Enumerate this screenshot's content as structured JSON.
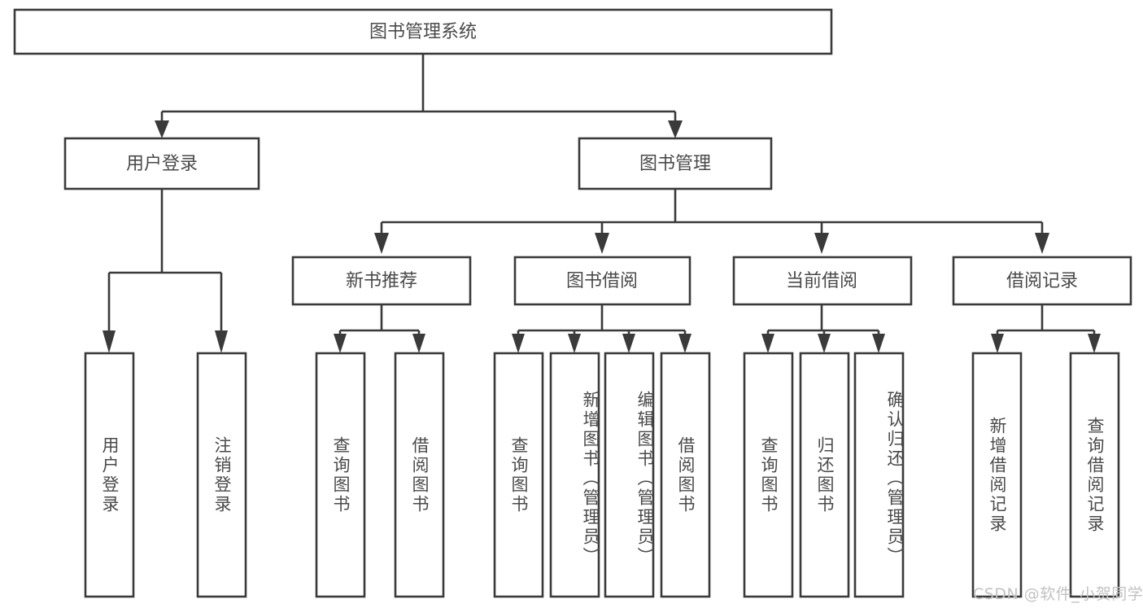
{
  "diagram": {
    "title": "图书管理系统",
    "type": "tree-hierarchy-diagram",
    "colors": {
      "stroke": "#3a3a3a",
      "box_fill": "#ffffff",
      "text": "#4a4a4a",
      "background": "#ffffff",
      "watermark": "#c2c2c2"
    },
    "root": {
      "label": "图书管理系统"
    },
    "level2": [
      {
        "label": "用户登录"
      },
      {
        "label": "图书管理"
      }
    ],
    "level3": [
      {
        "label": "新书推荐"
      },
      {
        "label": "图书借阅"
      },
      {
        "label": "当前借阅"
      },
      {
        "label": "借阅记录"
      }
    ],
    "leaves_user_login": [
      {
        "label": "用户登录"
      },
      {
        "label": "注销登录"
      }
    ],
    "leaves_new_book": [
      {
        "label": "查询图书"
      },
      {
        "label": "借阅图书"
      }
    ],
    "leaves_borrow": [
      {
        "label": "查询图书"
      },
      {
        "label": "新增图书（管理员）"
      },
      {
        "label": "编辑图书（管理员）"
      },
      {
        "label": "借阅图书"
      }
    ],
    "leaves_current": [
      {
        "label": "查询图书"
      },
      {
        "label": "归还图书"
      },
      {
        "label": "确认归还（管理员）"
      }
    ],
    "leaves_records": [
      {
        "label": "新增借阅记录"
      },
      {
        "label": "查询借阅记录"
      }
    ],
    "watermark": "CSDN @软件_小贺同学"
  },
  "chart_data": {
    "type": "table",
    "title": "图书管理系统 功能结构图",
    "nodes": [
      {
        "id": "root",
        "label": "图书管理系统",
        "level": 1,
        "parent": null
      },
      {
        "id": "n-user-login",
        "label": "用户登录",
        "level": 2,
        "parent": "root"
      },
      {
        "id": "n-book-mgmt",
        "label": "图书管理",
        "level": 2,
        "parent": "root"
      },
      {
        "id": "n-new-book-rec",
        "label": "新书推荐",
        "level": 3,
        "parent": "n-book-mgmt"
      },
      {
        "id": "n-book-borrow",
        "label": "图书借阅",
        "level": 3,
        "parent": "n-book-mgmt"
      },
      {
        "id": "n-current-borrow",
        "label": "当前借阅",
        "level": 3,
        "parent": "n-book-mgmt"
      },
      {
        "id": "n-borrow-record",
        "label": "借阅记录",
        "level": 3,
        "parent": "n-book-mgmt"
      },
      {
        "id": "l-user-login",
        "label": "用户登录",
        "level": 4,
        "parent": "n-user-login"
      },
      {
        "id": "l-logout",
        "label": "注销登录",
        "level": 4,
        "parent": "n-user-login"
      },
      {
        "id": "l-query-book-1",
        "label": "查询图书",
        "level": 4,
        "parent": "n-new-book-rec"
      },
      {
        "id": "l-borrow-book-1",
        "label": "借阅图书",
        "level": 4,
        "parent": "n-new-book-rec"
      },
      {
        "id": "l-query-book-2",
        "label": "查询图书",
        "level": 4,
        "parent": "n-book-borrow"
      },
      {
        "id": "l-add-book",
        "label": "新增图书（管理员）",
        "level": 4,
        "parent": "n-book-borrow"
      },
      {
        "id": "l-edit-book",
        "label": "编辑图书（管理员）",
        "level": 4,
        "parent": "n-book-borrow"
      },
      {
        "id": "l-borrow-book-2",
        "label": "借阅图书",
        "level": 4,
        "parent": "n-book-borrow"
      },
      {
        "id": "l-query-book-3",
        "label": "查询图书",
        "level": 4,
        "parent": "n-current-borrow"
      },
      {
        "id": "l-return-book",
        "label": "归还图书",
        "level": 4,
        "parent": "n-current-borrow"
      },
      {
        "id": "l-confirm-return",
        "label": "确认归还（管理员）",
        "level": 4,
        "parent": "n-current-borrow"
      },
      {
        "id": "l-add-record",
        "label": "新增借阅记录",
        "level": 4,
        "parent": "n-borrow-record"
      },
      {
        "id": "l-query-record",
        "label": "查询借阅记录",
        "level": 4,
        "parent": "n-borrow-record"
      }
    ]
  }
}
